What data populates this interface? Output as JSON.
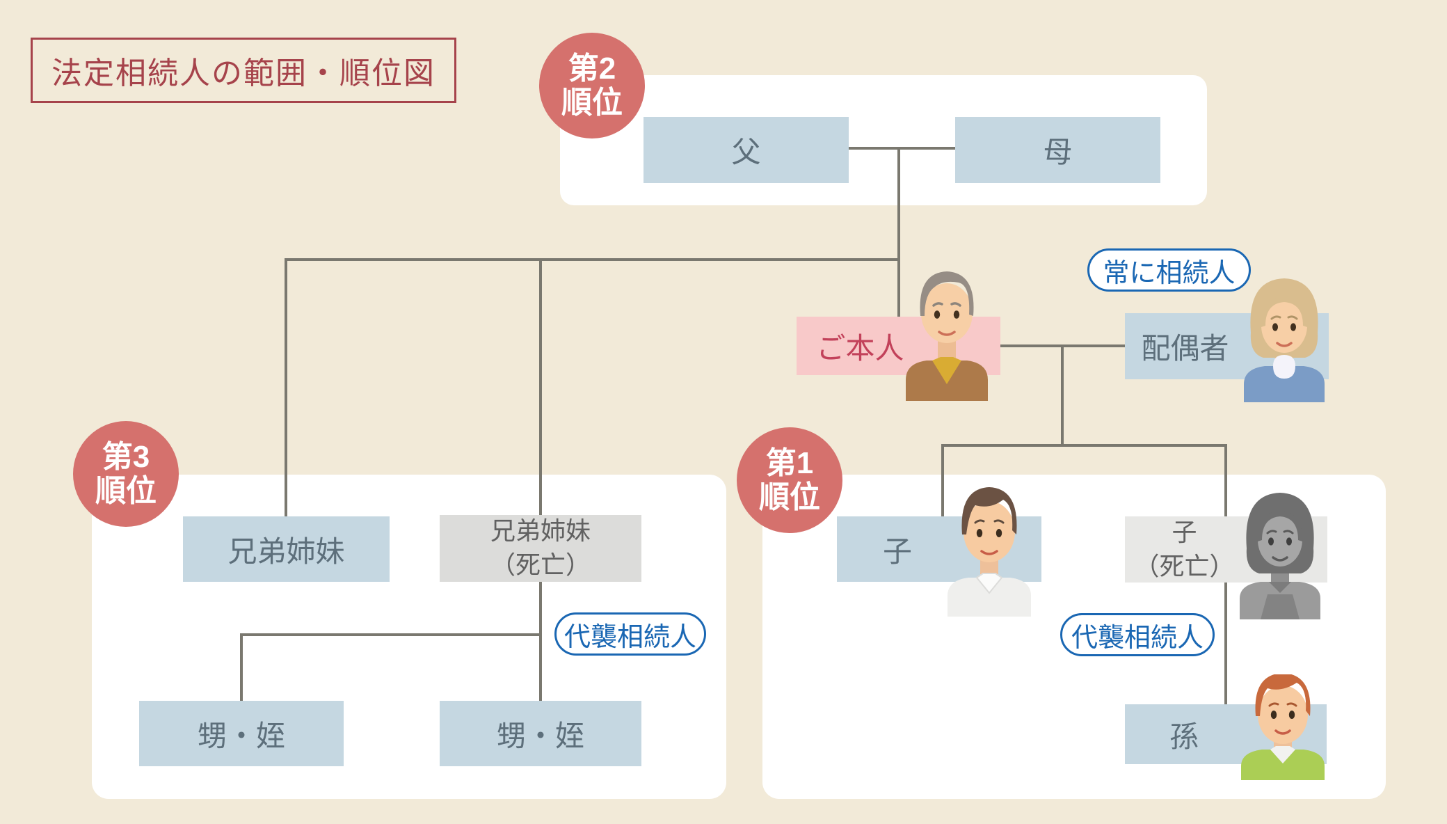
{
  "title": "法定相続人の範囲・順位図",
  "badges": {
    "rank2": {
      "line1": "第2",
      "line2": "順位"
    },
    "rank3": {
      "line1": "第3",
      "line2": "順位"
    },
    "rank1": {
      "line1": "第1",
      "line2": "順位"
    }
  },
  "nodes": {
    "father": "父",
    "mother": "母",
    "self": "ご本人",
    "spouse": "配偶者",
    "siblings": "兄弟姉妹",
    "siblings_deceased": {
      "line1": "兄弟姉妹",
      "line2": "（死亡）"
    },
    "nephew_niece_left": "甥・姪",
    "nephew_niece_right": "甥・姪",
    "child": "子",
    "child_deceased": {
      "line1": "子",
      "line2": "（死亡）"
    },
    "grandchild": "孫"
  },
  "labels": {
    "always_heir": "常に相続人",
    "substitute_heir_left": "代襲相続人",
    "substitute_heir_right": "代襲相続人"
  },
  "avatars": {
    "self": "elderly-man",
    "spouse": "elderly-woman",
    "child": "young-man",
    "child_deceased": "gray-woman",
    "grandchild": "boy"
  },
  "colors": {
    "background": "#f2ead8",
    "panel_white": "#ffffff",
    "badge_red": "#d5716d",
    "title_red": "#a6434b",
    "node_blue": "#c5d7e1",
    "node_gray": "#dcdcda",
    "node_gray_light": "#e8e8e6",
    "node_pink": "#f8c9c9",
    "pink_text": "#c2415a",
    "node_text": "#5d6f7b",
    "pill_blue": "#1a67b3",
    "line_gray": "#7a786f"
  }
}
